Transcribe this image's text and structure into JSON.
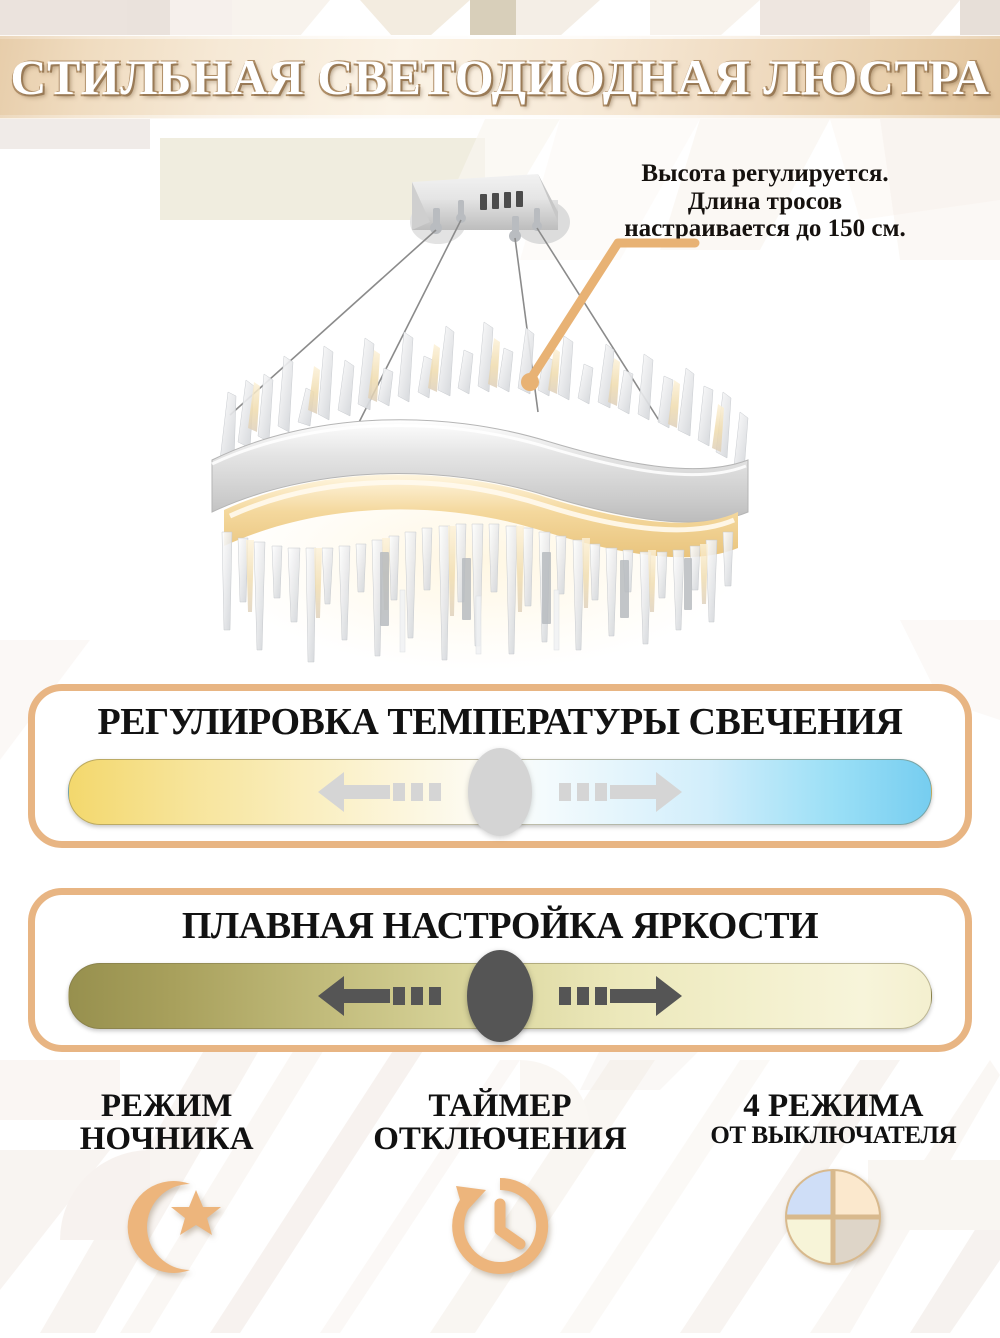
{
  "header": {
    "title": "СТИЛЬНАЯ СВЕТОДИОДНАЯ ЛЮСТРА",
    "banner_color": "#f2e0c6",
    "title_color": "#ffffff"
  },
  "callout": {
    "line1": "Высота регулируется.",
    "line2": "Длина тросов",
    "line3": "настраивается до 150 см.",
    "leader_color": "#e8b274"
  },
  "product": {
    "name": "crystal-led-chandelier",
    "band_color": "#d8d8d8",
    "glow_color": "#f3d8a0",
    "cable_color": "#8b8b8b"
  },
  "panels": [
    {
      "id": "temperature",
      "title": "РЕГУЛИРОВКА ТЕМПЕРАТУРЫ СВЕЧЕНИЯ",
      "border_color": "#e8b583",
      "gradient_from": "#f3d86d",
      "gradient_mid": "#fdfbf2",
      "gradient_to": "#76cdf0",
      "knob_color": "#d4d4d4",
      "arrow_color": "#d5d5d5",
      "left_arrow": "arrow-left",
      "right_arrow": "arrow-right"
    },
    {
      "id": "brightness",
      "title": "ПЛАВНАЯ НАСТРОЙКА ЯРКОСТИ",
      "border_color": "#e8b583",
      "gradient_from": "#97904e",
      "gradient_mid": "#dbd79e",
      "gradient_to": "#f4f0cf",
      "knob_color": "#555555",
      "arrow_color": "#555555",
      "left_arrow": "arrow-left",
      "right_arrow": "arrow-right"
    }
  ],
  "bottom_features": [
    {
      "line1": "РЕЖИМ",
      "line2": "НОЧНИКА",
      "icon": "moon-star-icon",
      "icon_color": "#edb57c",
      "small_second_line": false
    },
    {
      "line1": "ТАЙМЕР",
      "line2": "ОТКЛЮЧЕНИЯ",
      "icon": "timer-clock-icon",
      "icon_color": "#edb57c",
      "small_second_line": false
    },
    {
      "line1": "4 РЕЖИМА",
      "line2": "ОТ ВЫКЛЮЧАТЕЛЯ",
      "icon": "four-modes-circle-icon",
      "icon_color": "#e3c9a4",
      "small_second_line": true
    }
  ],
  "four_modes_quadrants": {
    "top_left": "#cfdef7",
    "top_right": "#fbe8cd",
    "bottom_left": "#f7f4d8",
    "bottom_right": "#ded5c8",
    "ring": "#d8b98d"
  }
}
